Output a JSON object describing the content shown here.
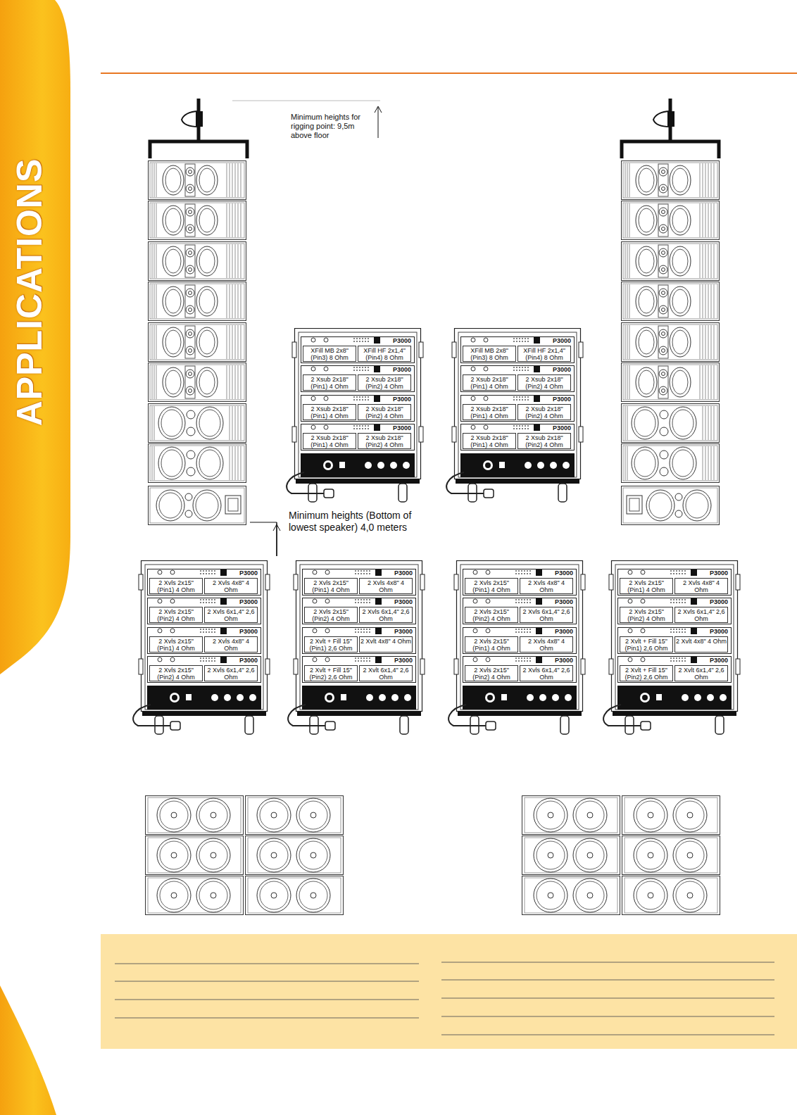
{
  "diagram": {
    "title": "APPLICATIONS",
    "nodes": [
      {
        "text": [
          "P3000",
          "XFill MB 2x8\" (Pin3) 8 Ohm",
          "XFill HF 2x1,4\" (Pin4) 8 Ohm"
        ]
      },
      {
        "text": [
          "P3000",
          "2 Xsub 2x18\" (Pin1) 4 Ohm",
          "2 Xsub 2x18\" (Pin2) 4 Ohm"
        ]
      },
      {
        "text": [
          "P3000",
          "2 Xsub 2x18\" (Pin1) 4 Ohm",
          "2 Xsub 2x18\" (Pin2) 4 Ohm"
        ]
      },
      {
        "text": [
          "P3000",
          "2 Xsub 2x18\" (Pin1) 4 Ohm",
          "2 Xsub 2x18\" (Pin2) 4 Ohm"
        ]
      },
      {
        "text": [
          "P3000",
          "XFill MB 2x8\" (Pin3) 8 Ohm",
          "XFill HF 2x1,4\" (Pin4) 8 Ohm"
        ]
      },
      {
        "text": [
          "P3000",
          "2 Xsub 2x18\" (Pin1) 4 Ohm",
          "2 Xsub 2x18\" (Pin2) 4 Ohm"
        ]
      },
      {
        "text": [
          "P3000",
          "2 Xsub 2x18\" (Pin1) 4 Ohm",
          "2 Xsub 2x18\" (Pin2) 4 Ohm"
        ]
      },
      {
        "text": [
          "P3000",
          "2 Xsub 2x18\" (Pin1) 4 Ohm",
          "2 Xsub 2x18\" (Pin2) 4 Ohm"
        ]
      },
      {
        "text": [
          "P3000",
          "2 Xvls 2x15\" (Pin1) 4 Ohm",
          "2 Xvls 4x8\" 4 Ohm"
        ]
      },
      {
        "text": [
          "P3000",
          "2 Xvls 2x15\" (Pin2) 4 Ohm",
          "2 Xvls 6x1,4\" 2,6 Ohm"
        ]
      },
      {
        "text": [
          "P3000",
          "2 Xvls 2x15\" (Pin1) 4 Ohm",
          "2 Xvls 4x8\" 4 Ohm"
        ]
      },
      {
        "text": [
          "P3000",
          "2 Xvls 2x15\" (Pin2) 4 Ohm",
          "2 Xvls 6x1,4\" 2,6 Ohm"
        ]
      },
      {
        "text": [
          "P3000",
          "2 Xvls 2x15\" (Pin1) 4 Ohm",
          "2 Xvls 4x8\" 4 Ohm"
        ]
      },
      {
        "text": [
          "P3000",
          "2 Xvls 2x15\" (Pin2) 4 Ohm",
          "2 Xvls 6x1,4\" 2,6 Ohm"
        ]
      },
      {
        "text": [
          "P3000",
          "2 Xvlt + Fill 15\" (Pin1) 2,6 Ohm",
          "2 Xvlt 4x8\" 4 Ohm"
        ]
      },
      {
        "text": [
          "P3000",
          "2 Xvlt + Fill 15\" (Pin2) 2,6 Ohm",
          "2 Xvlt 6x1,4\" 2,6 Ohm"
        ]
      },
      {
        "text": [
          "P3000",
          "2 Xvls 2x15\" (Pin1) 4 Ohm",
          "2 Xvls 4x8\" 4 Ohm"
        ]
      },
      {
        "text": [
          "P3000",
          "2 Xvls 2x15\" (Pin2) 4 Ohm",
          "2 Xvls 6x1,4\" 2,6 Ohm"
        ]
      },
      {
        "text": [
          "P3000",
          "2 Xvls 2x15\" (Pin1) 4 Ohm",
          "2 Xvls 4x8\" 4 Ohm"
        ]
      },
      {
        "text": [
          "P3000",
          "2 Xvls 2x15\" (Pin2) 4 Ohm",
          "2 Xvls 6x1,4\" 2,6 Ohm"
        ]
      },
      {
        "text": [
          "P3000",
          "2 Xvls 2x15\" (Pin1) 4 Ohm",
          "2 Xvls 4x8\" 4 Ohm"
        ]
      },
      {
        "text": [
          "P3000",
          "2 Xvls 2x15\" (Pin2) 4 Ohm",
          "2 Xvls 6x1,4\" 2,6 Ohm"
        ]
      },
      {
        "text": [
          "P3000",
          "2 Xvlt + Fill 15\" (Pin1) 2,6 Ohm",
          "2 Xvlt 4x8\" 4 Ohm"
        ]
      },
      {
        "text": [
          "P3000",
          "2 Xvlt + Fill 15\" (Pin2) 2,6 Ohm",
          "2 Xvlt 6x1,4\" 2,6 Ohm"
        ]
      }
    ],
    "labels": [
      "Minimum heights for rigging point: 9,5m above floor",
      "Minimum heights (Bottom of lowest speaker) 4,0 meters"
    ]
  }
}
